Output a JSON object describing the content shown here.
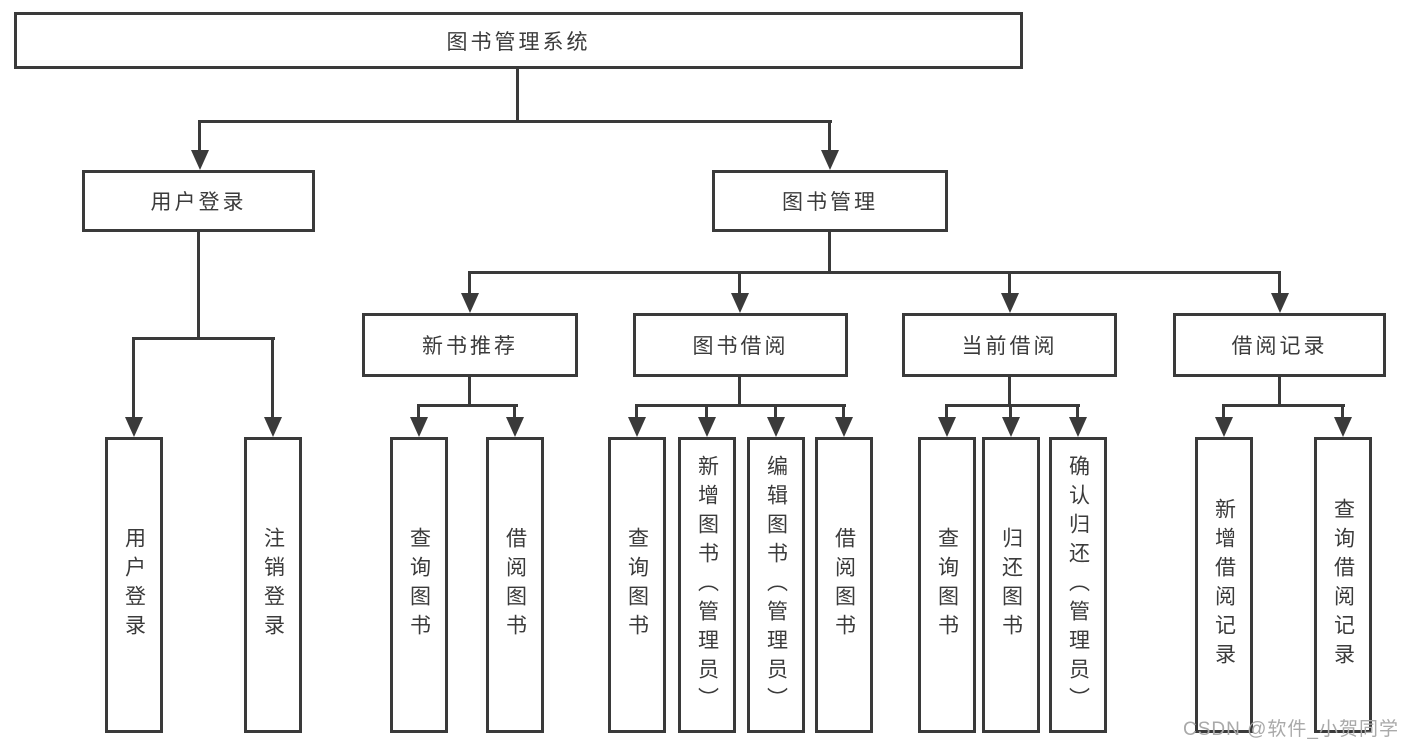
{
  "colors": {
    "line": "#3a3a3a",
    "text": "#3b3b3b",
    "watermark_gray": "#a9a9a9",
    "background": "#ffffff"
  },
  "watermark": {
    "text": "CSDN @软件_小贺同学"
  },
  "tree": {
    "root": "图书管理系统",
    "branches": [
      {
        "label": "用户登录",
        "children": [
          "用户登录",
          "注销登录"
        ]
      },
      {
        "label": "图书管理",
        "groups": [
          {
            "label": "新书推荐",
            "children": [
              "查询图书",
              "借阅图书"
            ]
          },
          {
            "label": "图书借阅",
            "children": [
              "查询图书",
              "新增图书（管理员）",
              "编辑图书（管理员）",
              "借阅图书"
            ]
          },
          {
            "label": "当前借阅",
            "children": [
              "查询图书",
              "归还图书",
              "确认归还（管理员）"
            ]
          },
          {
            "label": "借阅记录",
            "children": [
              "新增借阅记录",
              "查询借阅记录"
            ]
          }
        ]
      }
    ]
  }
}
